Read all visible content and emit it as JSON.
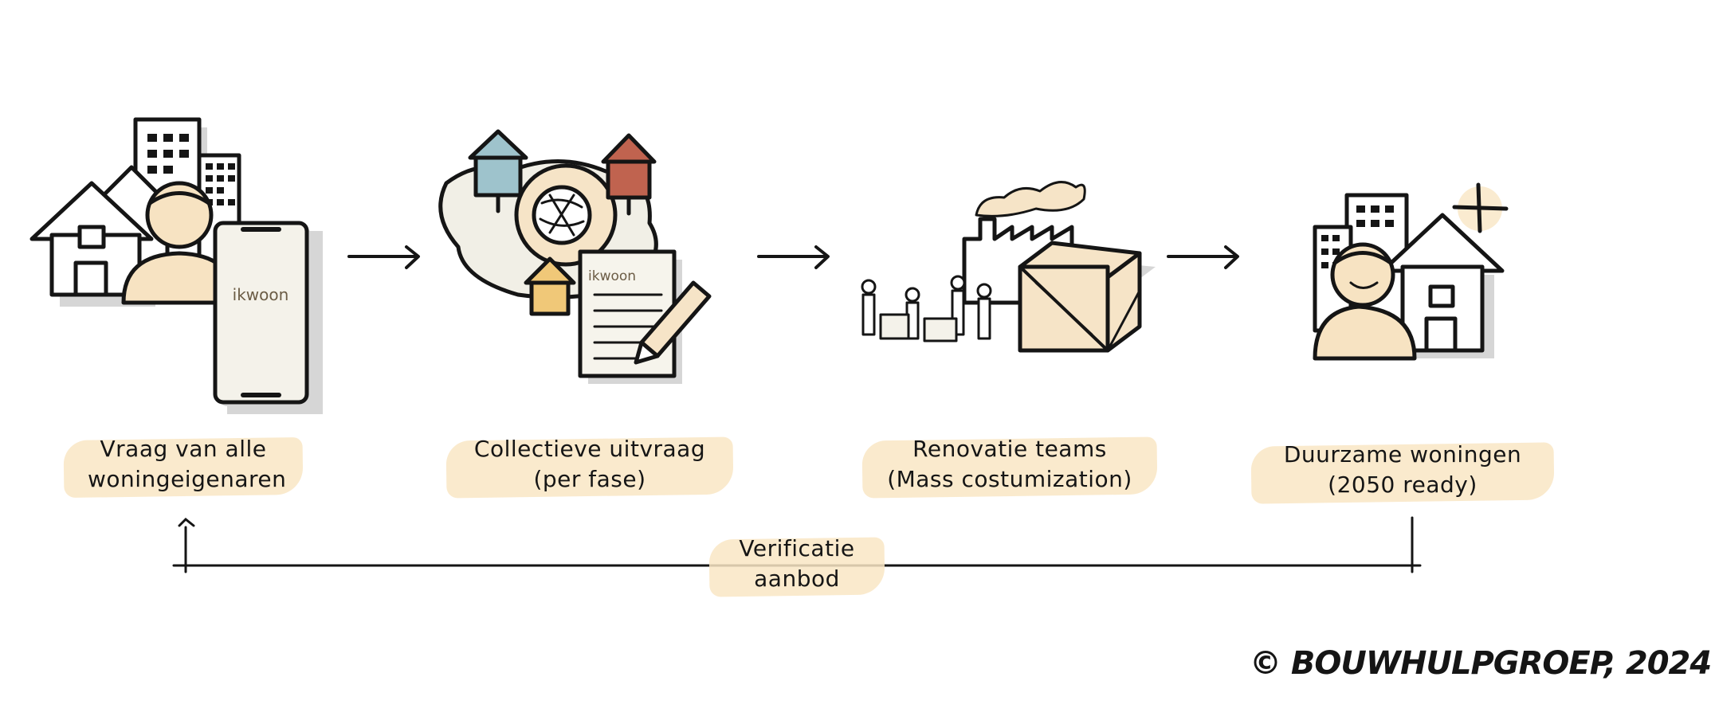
{
  "steps": [
    {
      "line1": "Vraag van alle",
      "line2": "woningeigenaren"
    },
    {
      "line1": "Collectieve uitvraag",
      "line2": "(per fase)"
    },
    {
      "line1": "Renovatie teams",
      "line2": "(Mass costumization)"
    },
    {
      "line1": "Duurzame woningen",
      "line2": "(2050 ready)"
    }
  ],
  "feedback": {
    "line1": "Verificatie",
    "line2": "aanbod"
  },
  "brand_text": "ikwoon",
  "copyright": "© BOUWHULPGROEP, 2024",
  "colors": {
    "highlight": "#f9e6c4",
    "line": "#151515",
    "blue_house": "#9ec3cc",
    "red_house": "#c0634f",
    "yellow_house": "#f0c878"
  }
}
